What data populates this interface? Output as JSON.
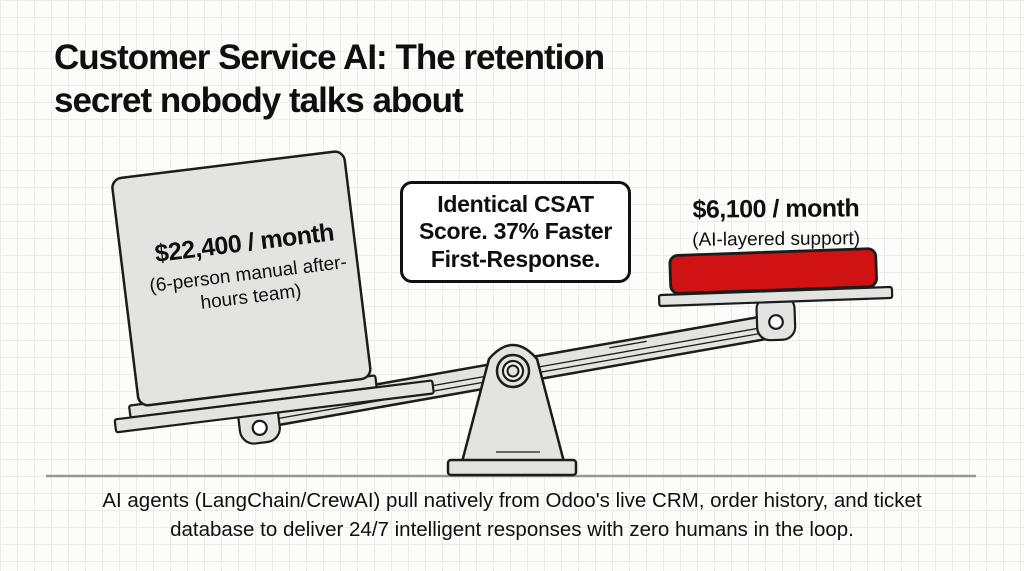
{
  "title": {
    "line1": "Customer Service AI: The retention",
    "line2": "secret nobody talks about"
  },
  "scale": {
    "left_pan": {
      "amount": "$22,400 / month",
      "label": "(6-person manual after-hours team)"
    },
    "center_badge": {
      "lines": [
        "Identical CSAT",
        "Score. 37% Faster",
        "First-Response."
      ]
    },
    "right_pan": {
      "amount": "$6,100 / month",
      "label": "(AI-layered support)"
    }
  },
  "footer": {
    "line1": "AI agents (LangChain/CrewAI) pull natively from Odoo's live CRM, order history, and ticket",
    "line2": "database to deliver 24/7 intelligent responses with zero humans in the loop."
  },
  "colors": {
    "background": "#fcfcfa",
    "grid_line": "#ececea",
    "shape_fill": "#e3e3e1",
    "outline": "#1c1c1c",
    "red_block": "#ce1312",
    "ground_line": "#979797",
    "text": "#0f0f0f",
    "badge_background": "#ffffff"
  }
}
